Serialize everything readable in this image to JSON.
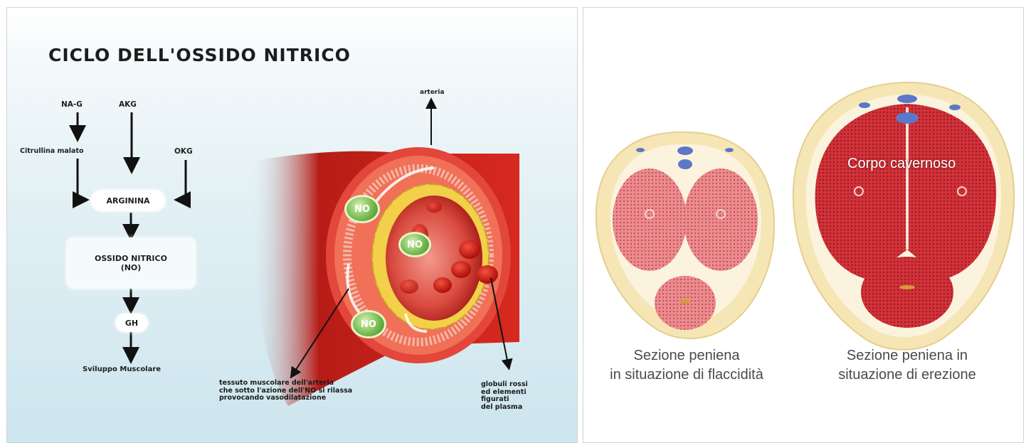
{
  "left": {
    "title": "CICLO DELL'OSSIDO NITRICO",
    "flow": {
      "nag": "NA-G",
      "akg": "AKG",
      "citrullina": "Citrullina malato",
      "okg": "OKG",
      "arginina": "ARGININA",
      "ossido_line1": "OSSIDO NITRICO",
      "ossido_line2": "(NO)",
      "gh": "GH",
      "sviluppo": "Sviluppo Muscolare"
    },
    "artery": {
      "arteria": "arteria",
      "no_label": "NO",
      "tessuto_lines": [
        "tessuto muscolare dell'arteria",
        "che sotto l'azione dell'NO si rilassa",
        "provocando vasodilatazione"
      ],
      "globuli_lines": [
        "globuli rossi",
        "ed elementi",
        "figurati",
        "del plasma"
      ]
    },
    "colors": {
      "artery_red": "#c8221c",
      "badge_green": "#6fb64a",
      "plaque_yellow": "#f2d04a",
      "bg_blue": "#cde5ee"
    }
  },
  "right": {
    "label_flaccid_line1": "Sezione peniena",
    "label_flaccid_line2": "in situazione di flaccidità",
    "label_erect_line1": "Sezione peniena in",
    "label_erect_line2": "situazione di erezione",
    "corpo": "Corpo cavernoso",
    "colors": {
      "tissue_flaccid": "#e8868a",
      "tissue_erect": "#cf2b31",
      "skin": "#f6e6b6",
      "vessel": "#5b78c8"
    }
  }
}
